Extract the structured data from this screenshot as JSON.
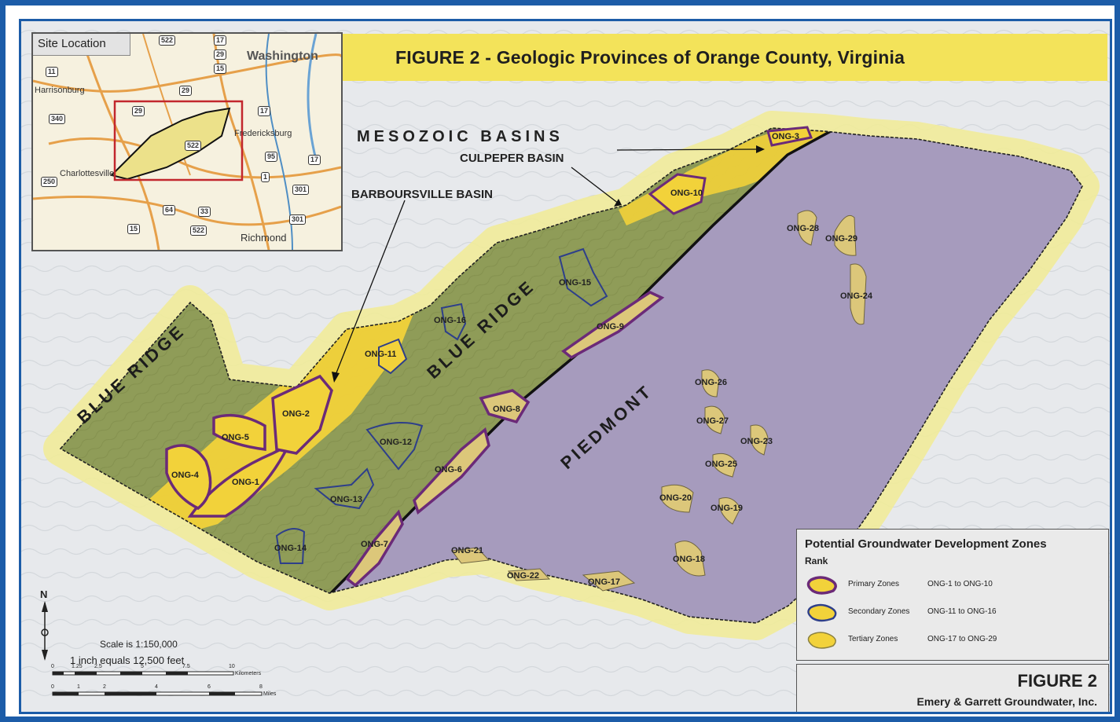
{
  "title": "FIGURE 2 - Geologic Provinces of Orange County, Virginia",
  "inset": {
    "label": "Site Location",
    "cities": [
      "Washington",
      "Harrisonburg",
      "Fredericksburg",
      "Charlottesville",
      "Richmond"
    ],
    "highways": [
      "522",
      "17",
      "29",
      "15",
      "11",
      "29",
      "340",
      "17",
      "29",
      "522",
      "95",
      "17",
      "250",
      "1",
      "301",
      "33",
      "64",
      "15",
      "522",
      "301"
    ]
  },
  "regions": {
    "blue_ridge_west": "BLUE RIDGE",
    "blue_ridge_center": "BLUE RIDGE",
    "piedmont": "PIEDMONT"
  },
  "annotations": {
    "mesozoic": "MESOZOIC BASINS",
    "culpeper": "CULPEPER BASIN",
    "barboursville": "BARBOURSVILLE BASIN"
  },
  "zones": [
    "ONG-1",
    "ONG-2",
    "ONG-3",
    "ONG-4",
    "ONG-5",
    "ONG-6",
    "ONG-7",
    "ONG-8",
    "ONG-9",
    "ONG-10",
    "ONG-11",
    "ONG-12",
    "ONG-13",
    "ONG-14",
    "ONG-15",
    "ONG-16",
    "ONG-17",
    "ONG-18",
    "ONG-19",
    "ONG-20",
    "ONG-21",
    "ONG-22",
    "ONG-23",
    "ONG-24",
    "ONG-25",
    "ONG-26",
    "ONG-27",
    "ONG-28",
    "ONG-29"
  ],
  "legend": {
    "title": "Potential Groundwater Development Zones",
    "rank_label": "Rank",
    "items": [
      {
        "name": "Primary Zones",
        "range": "ONG-1 to ONG-10",
        "outline_color": "#6b2a78"
      },
      {
        "name": "Secondary Zones",
        "range": "ONG-11 to ONG-16",
        "outline_color": "#2e3f8a"
      },
      {
        "name": "Tertiary Zones",
        "range": "ONG-17 to ONG-29",
        "outline_color": "#8a8040"
      }
    ]
  },
  "credit": {
    "figure": "FIGURE 2",
    "company": "Emery & Garrett Groundwater, Inc."
  },
  "scale": {
    "ratio": "Scale is 1:150,000",
    "equivalence": "1 inch equals 12,500 feet",
    "km_ticks": [
      "0",
      "1.25",
      "2.5",
      "5",
      "7.5",
      "10"
    ],
    "km_unit": "Kilometers",
    "mile_ticks": [
      "0",
      "1",
      "2",
      "4",
      "6",
      "8"
    ],
    "mile_unit": "Miles"
  },
  "north": "N",
  "colors": {
    "frame": "#1c5ca8",
    "title_bg": "#f3e35a",
    "blue_ridge": "#8f9c58",
    "basin": "#f2d23a",
    "piedmont": "#a69bbd",
    "primary_outline": "#6b2a78",
    "secondary_outline": "#2e3f8a",
    "tertiary_fill": "#dcc77a"
  }
}
